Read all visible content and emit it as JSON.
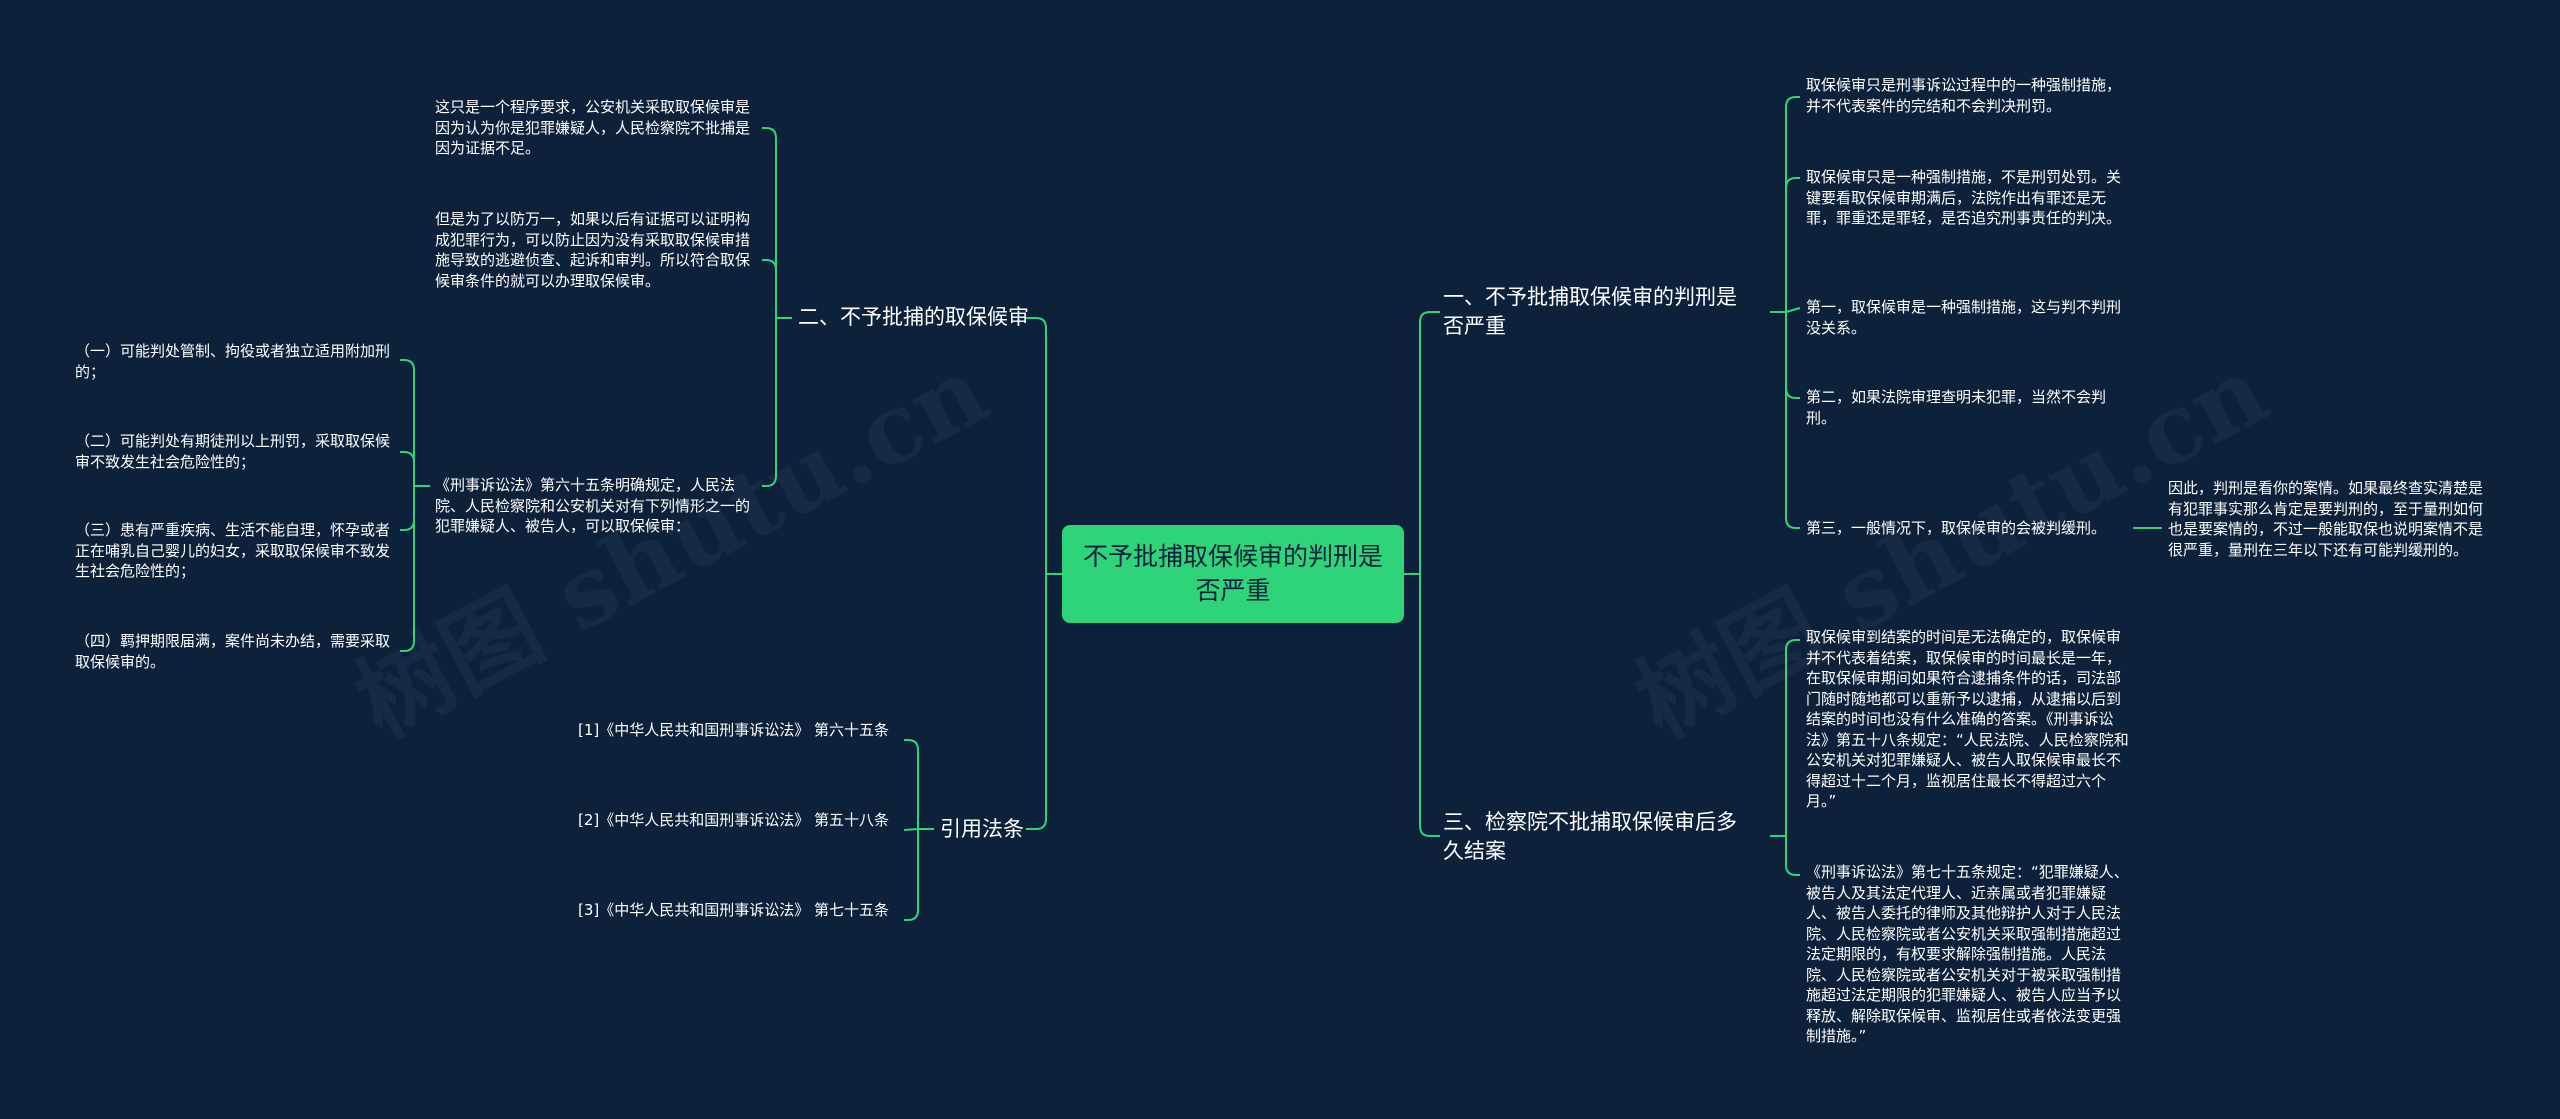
{
  "root": {
    "label": "不予批捕取保候审的判刑是否严重"
  },
  "watermark": "树图 shutu.cn",
  "colors": {
    "background": "#0d213b",
    "accent": "#2ed37a",
    "text": "#ffffff"
  },
  "right": {
    "b1": {
      "label": "一、不予批捕取保候审的判刑是否严重",
      "items": [
        "取保候审只是刑事诉讼过程中的一种强制措施，并不代表案件的完结和不会判决刑罚。",
        "取保候审只是一种强制措施，不是刑罚处罚。关键要看取保候审期满后，法院作出有罪还是无罪，罪重还是罪轻，是否追究刑事责任的判决。",
        "第一，取保候审是一种强制措施，这与判不判刑没关系。",
        "第二，如果法院审理查明未犯罪，当然不会判刑。",
        "第三，一般情况下，取保候审的会被判缓刑。"
      ],
      "sub": "因此，判刑是看你的案情。如果最终查实清楚是有犯罪事实那么肯定是要判刑的，至于量刑如何也是要案情的，不过一般能取保也说明案情不是很严重，量刑在三年以下还有可能判缓刑的。"
    },
    "b3": {
      "label": "三、检察院不批捕取保候审后多久结案",
      "items": [
        "取保候审到结案的时间是无法确定的，取保候审并不代表着结案，取保候审的时间最长是一年，在取保候审期间如果符合逮捕条件的话，司法部门随时随地都可以重新予以逮捕，从逮捕以后到结案的时间也没有什么准确的答案。《刑事诉讼法》第五十八条规定：“人民法院、人民检察院和公安机关对犯罪嫌疑人、被告人取保候审最长不得超过十二个月，监视居住最长不得超过六个月。”",
        "《刑事诉讼法》第七十五条规定：“犯罪嫌疑人、被告人及其法定代理人、近亲属或者犯罪嫌疑人、被告人委托的律师及其他辩护人对于人民法院、人民检察院或者公安机关采取强制措施超过法定期限的，有权要求解除强制措施。人民法院、人民检察院或者公安机关对于被采取强制措施超过法定期限的犯罪嫌疑人、被告人应当予以释放、解除取保候审、监视居住或者依法变更强制措施。”"
      ]
    }
  },
  "left": {
    "b2": {
      "label": "二、不予批捕的取保候审",
      "items": [
        "这只是一个程序要求，公安机关采取取保候审是因为认为你是犯罪嫌疑人，人民检察院不批捕是因为证据不足。",
        "但是为了以防万一，如果以后有证据可以证明构成犯罪行为，可以防止因为没有采取取保候审措施导致的逃避侦查、起诉和审判。所以符合取保候审条件的就可以办理取保候审。",
        "《刑事诉讼法》第六十五条明确规定，人民法院、人民检察院和公安机关对有下列情形之一的犯罪嫌疑人、被告人，可以取保候审："
      ],
      "sub": [
        "（一）可能判处管制、拘役或者独立适用附加刑的；",
        "（二）可能判处有期徒刑以上刑罚，采取取保候审不致发生社会危险性的；",
        "（三）患有严重疾病、生活不能自理，怀孕或者正在哺乳自己婴儿的妇女，采取取保候审不致发生社会危险性的；",
        "（四）羁押期限届满，案件尚未办结，需要采取取保候审的。"
      ]
    },
    "b4": {
      "label": "引用法条",
      "items": [
        "[1]《中华人民共和国刑事诉讼法》 第六十五条",
        "[2]《中华人民共和国刑事诉讼法》 第五十八条",
        "[3]《中华人民共和国刑事诉讼法》 第七十五条"
      ]
    }
  }
}
